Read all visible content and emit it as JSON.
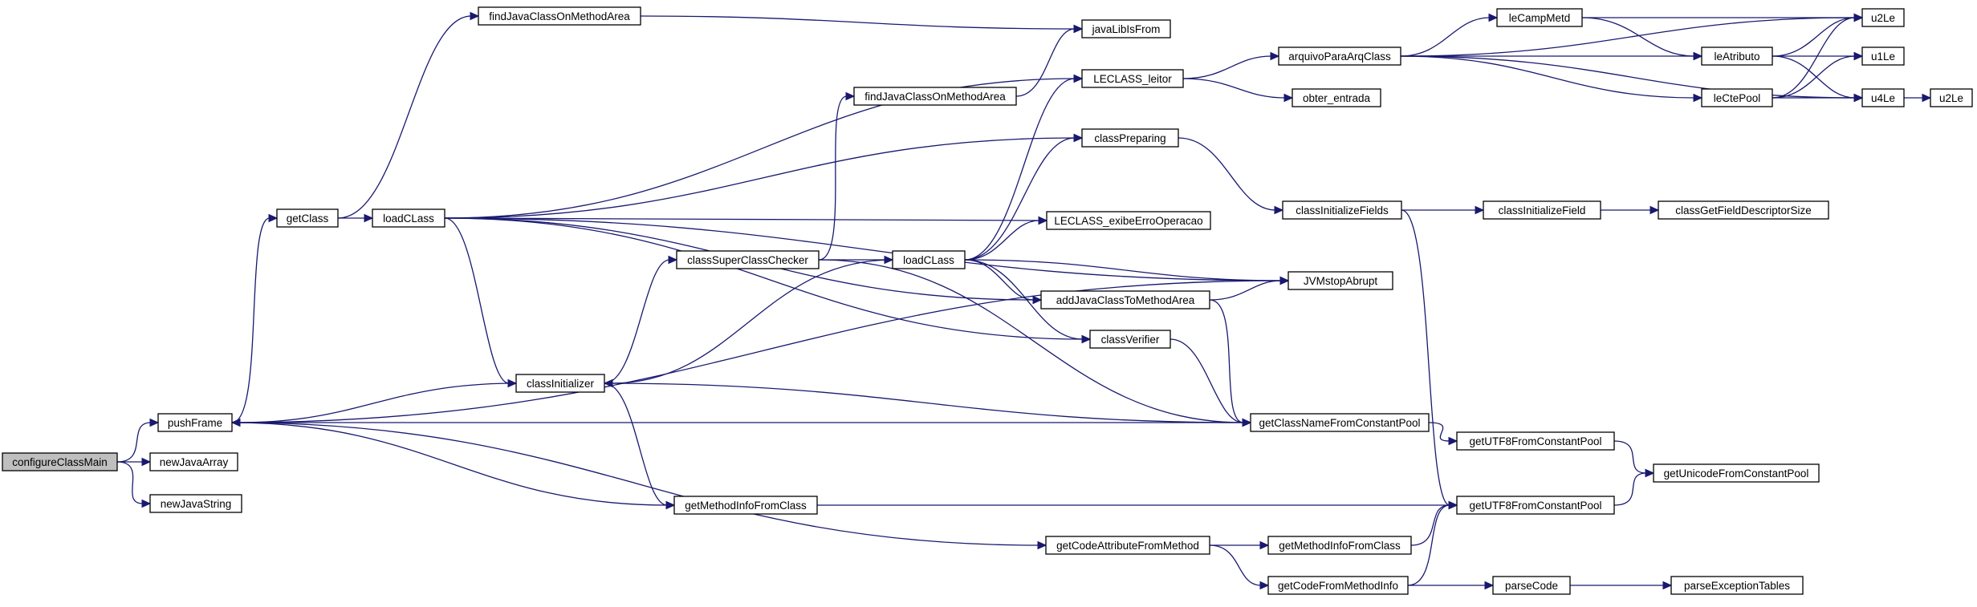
{
  "colors": {
    "edge": "#191970",
    "node_fill": "#ffffff",
    "root_fill": "#bfbfbf",
    "node_border": "#000000",
    "text": "#000000"
  },
  "nodes": [
    {
      "id": "configureClassMain",
      "label": "configureClassMain",
      "root": true
    },
    {
      "id": "newJavaArray",
      "label": "newJavaArray"
    },
    {
      "id": "newJavaString",
      "label": "newJavaString"
    },
    {
      "id": "pushFrame",
      "label": "pushFrame"
    },
    {
      "id": "getClass",
      "label": "getClass"
    },
    {
      "id": "findJavaClassOnMethodArea_top",
      "label": "findJavaClassOnMethodArea"
    },
    {
      "id": "javaLibIsFrom",
      "label": "javaLibIsFrom"
    },
    {
      "id": "findJavaClassOnMethodArea_mid",
      "label": "findJavaClassOnMethodArea"
    },
    {
      "id": "loadCLass_1",
      "label": "loadCLass"
    },
    {
      "id": "LECLASS_leitor",
      "label": "LECLASS_leitor"
    },
    {
      "id": "obter_entrada",
      "label": "obter_entrada"
    },
    {
      "id": "arquivoParaArqClass",
      "label": "arquivoParaArqClass"
    },
    {
      "id": "leCampMetd",
      "label": "leCampMetd"
    },
    {
      "id": "leAtributo",
      "label": "leAtributo"
    },
    {
      "id": "leCtePool",
      "label": "leCtePool"
    },
    {
      "id": "u2Le_top",
      "label": "u2Le"
    },
    {
      "id": "u1Le",
      "label": "u1Le"
    },
    {
      "id": "u4Le",
      "label": "u4Le"
    },
    {
      "id": "u2Le_right",
      "label": "u2Le"
    },
    {
      "id": "classPreparing",
      "label": "classPreparing"
    },
    {
      "id": "classInitializeFields",
      "label": "classInitializeFields"
    },
    {
      "id": "classInitializeField",
      "label": "classInitializeField"
    },
    {
      "id": "classGetFieldDescriptorSize",
      "label": "classGetFieldDescriptorSize"
    },
    {
      "id": "LECLASS_exibeErroOperacao",
      "label": "LECLASS_exibeErroOperacao"
    },
    {
      "id": "classSuperClassChecker",
      "label": "classSuperClassChecker"
    },
    {
      "id": "loadCLass_2",
      "label": "loadCLass"
    },
    {
      "id": "JVMstopAbrupt",
      "label": "JVMstopAbrupt"
    },
    {
      "id": "addJavaClassToMethodArea",
      "label": "addJavaClassToMethodArea"
    },
    {
      "id": "classVerifier",
      "label": "classVerifier"
    },
    {
      "id": "classInitializer",
      "label": "classInitializer"
    },
    {
      "id": "getClassNameFromConstantPool",
      "label": "getClassNameFromConstantPool"
    },
    {
      "id": "getUTF8FromConstantPool_1",
      "label": "getUTF8FromConstantPool"
    },
    {
      "id": "getUnicodeFromConstantPool",
      "label": "getUnicodeFromConstantPool"
    },
    {
      "id": "getUTF8FromConstantPool_2",
      "label": "getUTF8FromConstantPool"
    },
    {
      "id": "getMethodInfoFromClass_1",
      "label": "getMethodInfoFromClass"
    },
    {
      "id": "getCodeAttributeFromMethod",
      "label": "getCodeAttributeFromMethod"
    },
    {
      "id": "getMethodInfoFromClass_2",
      "label": "getMethodInfoFromClass"
    },
    {
      "id": "getCodeFromMethodInfo",
      "label": "getCodeFromMethodInfo"
    },
    {
      "id": "parseCode",
      "label": "parseCode"
    },
    {
      "id": "parseExceptionTables",
      "label": "parseExceptionTables"
    }
  ],
  "edges": [
    [
      "configureClassMain",
      "pushFrame"
    ],
    [
      "configureClassMain",
      "newJavaArray"
    ],
    [
      "configureClassMain",
      "newJavaString"
    ],
    [
      "pushFrame",
      "getClass"
    ],
    [
      "pushFrame",
      "JVMstopAbrupt"
    ],
    [
      "pushFrame",
      "getClassNameFromConstantPool"
    ],
    [
      "pushFrame",
      "getMethodInfoFromClass_1"
    ],
    [
      "pushFrame",
      "getCodeAttributeFromMethod"
    ],
    [
      "getClass",
      "findJavaClassOnMethodArea_top"
    ],
    [
      "getClass",
      "loadCLass_1"
    ],
    [
      "findJavaClassOnMethodArea_top",
      "javaLibIsFrom"
    ],
    [
      "findJavaClassOnMethodArea_mid",
      "javaLibIsFrom"
    ],
    [
      "loadCLass_1",
      "LECLASS_leitor"
    ],
    [
      "loadCLass_1",
      "classPreparing"
    ],
    [
      "loadCLass_1",
      "JVMstopAbrupt"
    ],
    [
      "loadCLass_1",
      "LECLASS_exibeErroOperacao"
    ],
    [
      "loadCLass_1",
      "addJavaClassToMethodArea"
    ],
    [
      "loadCLass_1",
      "classVerifier"
    ],
    [
      "loadCLass_1",
      "classInitializer"
    ],
    [
      "LECLASS_leitor",
      "arquivoParaArqClass"
    ],
    [
      "LECLASS_leitor",
      "obter_entrada"
    ],
    [
      "arquivoParaArqClass",
      "u2Le_top"
    ],
    [
      "arquivoParaArqClass",
      "leCampMetd"
    ],
    [
      "arquivoParaArqClass",
      "leAtributo"
    ],
    [
      "arquivoParaArqClass",
      "leCtePool"
    ],
    [
      "arquivoParaArqClass",
      "u4Le"
    ],
    [
      "leCampMetd",
      "u2Le_top"
    ],
    [
      "leCampMetd",
      "leAtributo"
    ],
    [
      "leAtributo",
      "u2Le_top"
    ],
    [
      "leAtributo",
      "u1Le"
    ],
    [
      "leAtributo",
      "u4Le"
    ],
    [
      "leCtePool",
      "u2Le_top"
    ],
    [
      "leCtePool",
      "u1Le"
    ],
    [
      "leCtePool",
      "u4Le"
    ],
    [
      "u4Le",
      "u2Le_right"
    ],
    [
      "classPreparing",
      "classInitializeFields"
    ],
    [
      "classInitializeFields",
      "classInitializeField"
    ],
    [
      "classInitializeFields",
      "getUTF8FromConstantPool_2"
    ],
    [
      "classInitializeField",
      "classGetFieldDescriptorSize"
    ],
    [
      "classSuperClassChecker",
      "findJavaClassOnMethodArea_mid"
    ],
    [
      "classSuperClassChecker",
      "loadCLass_2"
    ],
    [
      "classSuperClassChecker",
      "getClassNameFromConstantPool"
    ],
    [
      "loadCLass_2",
      "LECLASS_leitor"
    ],
    [
      "loadCLass_2",
      "classPreparing"
    ],
    [
      "loadCLass_2",
      "LECLASS_exibeErroOperacao"
    ],
    [
      "loadCLass_2",
      "JVMstopAbrupt"
    ],
    [
      "loadCLass_2",
      "addJavaClassToMethodArea"
    ],
    [
      "loadCLass_2",
      "classVerifier"
    ],
    [
      "loadCLass_2",
      "classInitializer"
    ],
    [
      "addJavaClassToMethodArea",
      "JVMstopAbrupt"
    ],
    [
      "addJavaClassToMethodArea",
      "getClassNameFromConstantPool"
    ],
    [
      "classVerifier",
      "getClassNameFromConstantPool"
    ],
    [
      "classInitializer",
      "pushFrame"
    ],
    [
      "classInitializer",
      "classSuperClassChecker"
    ],
    [
      "classInitializer",
      "getClassNameFromConstantPool"
    ],
    [
      "classInitializer",
      "getMethodInfoFromClass_1"
    ],
    [
      "getClassNameFromConstantPool",
      "getUTF8FromConstantPool_1"
    ],
    [
      "getUTF8FromConstantPool_1",
      "getUnicodeFromConstantPool"
    ],
    [
      "getUTF8FromConstantPool_2",
      "getUnicodeFromConstantPool"
    ],
    [
      "getMethodInfoFromClass_1",
      "getUTF8FromConstantPool_2"
    ],
    [
      "getCodeAttributeFromMethod",
      "getMethodInfoFromClass_2"
    ],
    [
      "getCodeAttributeFromMethod",
      "getCodeFromMethodInfo"
    ],
    [
      "getMethodInfoFromClass_2",
      "getUTF8FromConstantPool_2"
    ],
    [
      "getCodeFromMethodInfo",
      "getUTF8FromConstantPool_2"
    ],
    [
      "getCodeFromMethodInfo",
      "parseCode"
    ],
    [
      "parseCode",
      "parseExceptionTables"
    ]
  ]
}
